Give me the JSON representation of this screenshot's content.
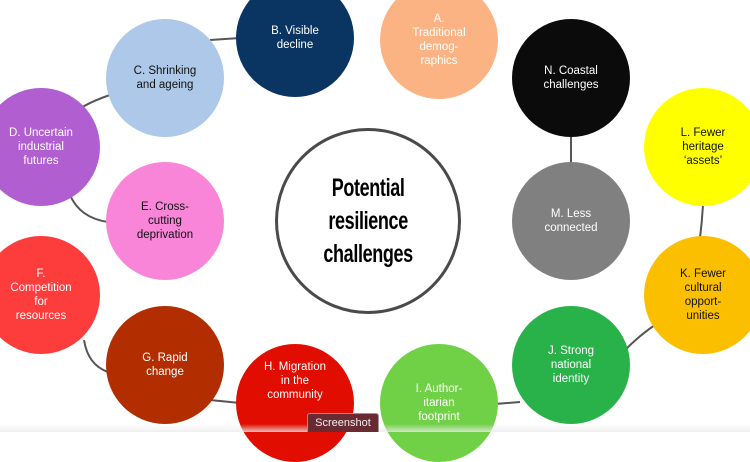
{
  "title": "Potential\nresilience\nchallenges",
  "nodes": [
    {
      "id": "a",
      "label": "A.\nTraditional\ndemog-\nraphics",
      "color": "#fbb383",
      "text": "#ffffff"
    },
    {
      "id": "b",
      "label": "B. Visible\ndecline",
      "color": "#0a3462",
      "text": "#ffffff"
    },
    {
      "id": "c",
      "label": "C. Shrinking\nand ageing",
      "color": "#adc8e8",
      "text": "#111111"
    },
    {
      "id": "d",
      "label": "D. Uncertain\nindustrial\nfutures",
      "color": "#b05ed0",
      "text": "#ffffff"
    },
    {
      "id": "e",
      "label": "E. Cross-\ncutting\ndeprivation",
      "color": "#f985d9",
      "text": "#111111"
    },
    {
      "id": "f",
      "label": "F.\nCompetition\nfor\nresources",
      "color": "#fd3c3c",
      "text": "#ffffff"
    },
    {
      "id": "g",
      "label": "G. Rapid\nchange",
      "color": "#b22e00",
      "text": "#ffffff"
    },
    {
      "id": "h",
      "label": "H. Migration\nin the\ncommunity",
      "color": "#e00d00",
      "text": "#ffffff"
    },
    {
      "id": "i",
      "label": "I. Author-\nitarian\nfootprint",
      "color": "#70d146",
      "text": "#ffffff"
    },
    {
      "id": "j",
      "label": "J. Strong\nnational\nidentity",
      "color": "#2ab24a",
      "text": "#ffffff"
    },
    {
      "id": "k",
      "label": "K. Fewer\ncultural\nopport-\nunities",
      "color": "#fbbf00",
      "text": "#111111"
    },
    {
      "id": "l",
      "label": "L. Fewer\nheritage\n‘assets’",
      "color": "#ffff00",
      "text": "#111111"
    },
    {
      "id": "m",
      "label": "M. Less\nconnected",
      "color": "#808080",
      "text": "#ffffff"
    },
    {
      "id": "n",
      "label": "N. Coastal\nchallenges",
      "color": "#0b0b0b",
      "text": "#ffffff"
    }
  ],
  "tooltip": "Screenshot"
}
